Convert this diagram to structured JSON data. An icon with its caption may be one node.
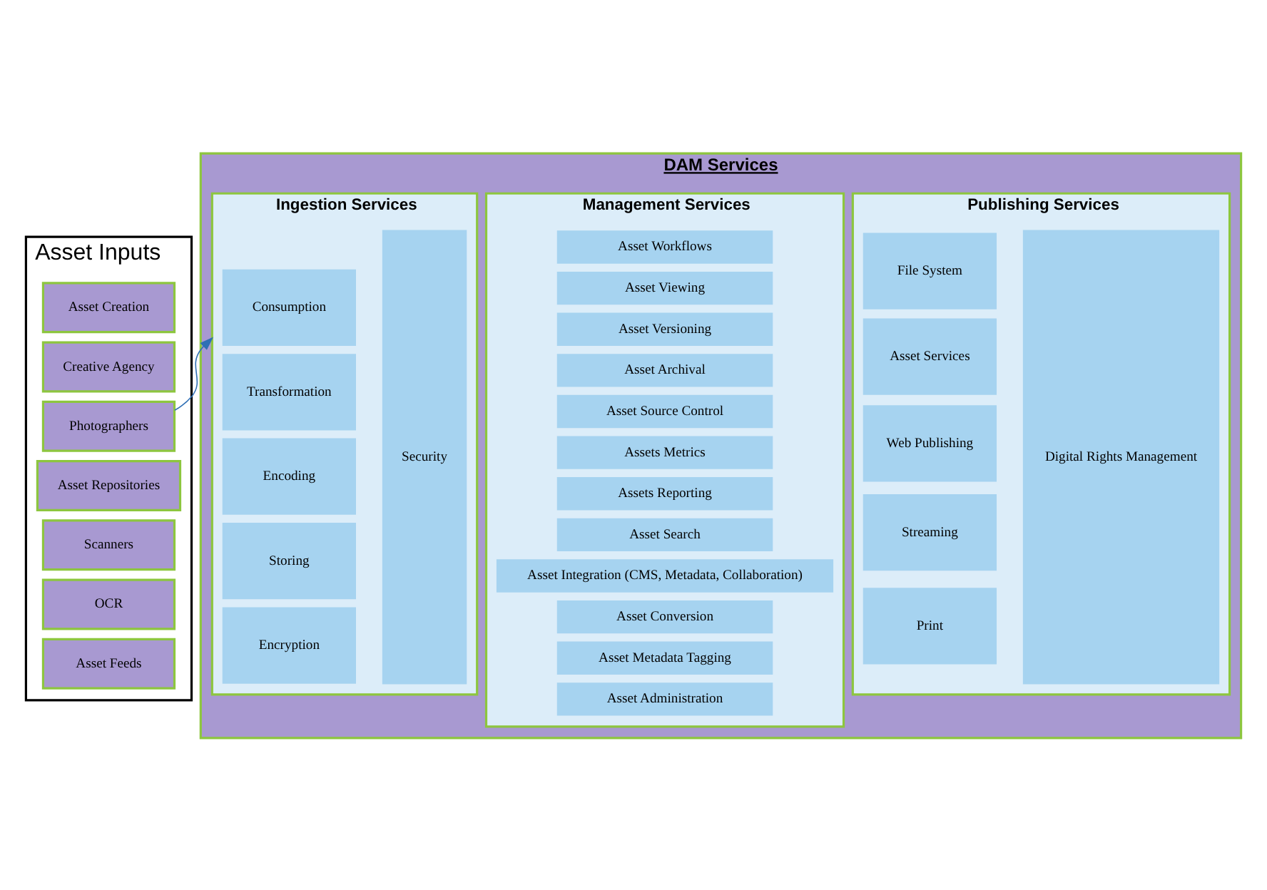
{
  "diagram": {
    "nodes": [
      {
        "text": [
          "Asset Inputs"
        ]
      },
      {
        "text": [
          "Asset Creation"
        ],
        "in": 0
      },
      {
        "text": [
          "Creative Agency"
        ],
        "in": 0
      },
      {
        "text": [
          "Photographers"
        ],
        "in": 0
      },
      {
        "text": [
          "Asset Repositories"
        ],
        "in": 0
      },
      {
        "text": [
          "Scanners"
        ],
        "in": 0
      },
      {
        "text": [
          "OCR"
        ],
        "in": 0
      },
      {
        "text": [
          "Asset Feeds"
        ],
        "in": 0
      },
      {
        "text": [
          "DAM Services"
        ]
      },
      {
        "text": [
          "Ingestion Services"
        ],
        "in": 8
      },
      {
        "text": [
          "Consumption"
        ],
        "in": 9
      },
      {
        "text": [
          "Transformation"
        ],
        "in": 9
      },
      {
        "text": [
          "Encoding"
        ],
        "in": 9
      },
      {
        "text": [
          "Storing"
        ],
        "in": 9
      },
      {
        "text": [
          "Encryption"
        ],
        "in": 9
      },
      {
        "text": [
          "Security"
        ],
        "in": 9
      },
      {
        "text": [
          "Management Services"
        ],
        "in": 8
      },
      {
        "text": [
          "Asset Workflows"
        ],
        "in": 16
      },
      {
        "text": [
          "Asset Viewing"
        ],
        "in": 16
      },
      {
        "text": [
          "Asset Versioning"
        ],
        "in": 16
      },
      {
        "text": [
          "Asset Archival"
        ],
        "in": 16
      },
      {
        "text": [
          "Asset Source Control"
        ],
        "in": 16
      },
      {
        "text": [
          "Assets Metrics"
        ],
        "in": 16
      },
      {
        "text": [
          "Assets Reporting"
        ],
        "in": 16
      },
      {
        "text": [
          "Asset Search"
        ],
        "in": 16
      },
      {
        "text": [
          "Asset Integration (CMS, Metadata, Collaboration)"
        ],
        "in": 16
      },
      {
        "text": [
          "Asset Conversion"
        ],
        "in": 16
      },
      {
        "text": [
          "Asset Metadata Tagging"
        ],
        "in": 16
      },
      {
        "text": [
          "Asset Administration"
        ],
        "in": 16
      },
      {
        "text": [
          "Publishing Services"
        ],
        "in": 8
      },
      {
        "text": [
          "File System"
        ],
        "in": 29
      },
      {
        "text": [
          "Asset Services"
        ],
        "in": 29
      },
      {
        "text": [
          "Web Publishing"
        ],
        "in": 29
      },
      {
        "text": [
          "Streaming"
        ],
        "in": 29
      },
      {
        "text": [
          "Print"
        ],
        "in": 29
      },
      {
        "text": [
          "Digital Rights Management"
        ],
        "in": 29
      }
    ],
    "edges": [
      {
        "from": 3,
        "to": 9,
        "arrow": "to"
      }
    ]
  }
}
